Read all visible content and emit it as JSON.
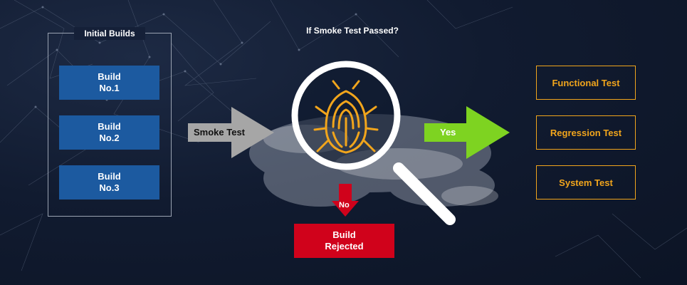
{
  "group": {
    "title": "Initial Builds"
  },
  "builds": [
    {
      "line1": "Build",
      "line2": "No.1"
    },
    {
      "line1": "Build",
      "line2": "No.2"
    },
    {
      "line1": "Build",
      "line2": "No.3"
    }
  ],
  "question": "If Smoke Test Passed?",
  "smoke_label": "Smoke Test",
  "yes_label": "Yes",
  "no_label": "No",
  "rejected": {
    "line1": "Build",
    "line2": "Rejected"
  },
  "tests": [
    "Functional Test",
    "Regression Test",
    "System Test"
  ],
  "colors": {
    "background": "#111b30",
    "build_blue": "#1c5aa0",
    "accent_orange": "#f1a51c",
    "reject_red": "#d0021b",
    "yes_green": "#7ed321",
    "arrow_gray": "#a6a6a6"
  },
  "icons": [
    "magnifier-icon",
    "bug-icon"
  ]
}
